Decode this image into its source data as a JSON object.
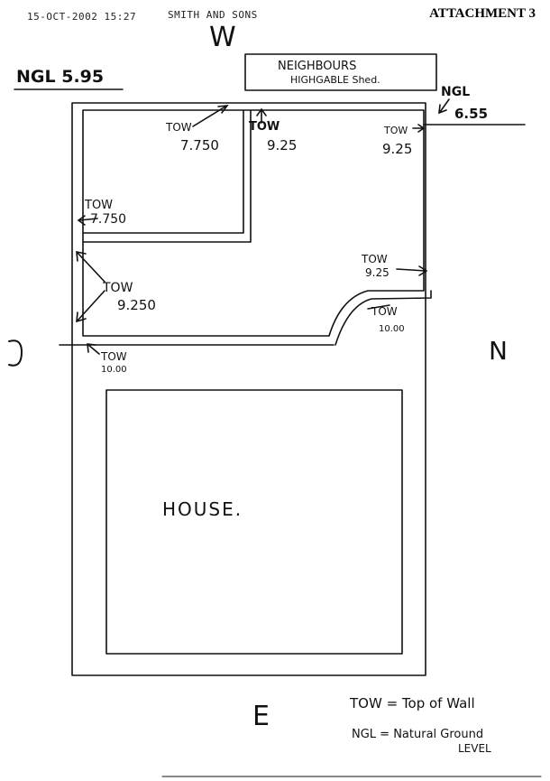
{
  "header": {
    "fax_timestamp": "15-OCT-2002 15:27",
    "fax_sender": "SMITH AND SONS",
    "attachment": "ATTACHMENT 3"
  },
  "compass": {
    "west": "W",
    "east": "E",
    "south": "S",
    "north": "N"
  },
  "ngl_labels": {
    "left": "NGL 5.95",
    "right_title": "NGL",
    "right_value": "6.55"
  },
  "neighbours": {
    "line1": "NEIGHBOURS",
    "line2": "HIGHGABLE Shed."
  },
  "tow_labels": [
    {
      "title": "TOW",
      "value": "7.750"
    },
    {
      "title": "TOW",
      "value": "9.25"
    },
    {
      "title": "TOW",
      "value": "9.25"
    },
    {
      "title": "TOW",
      "value": "7.750"
    },
    {
      "title": "TOW",
      "value": "9.250"
    },
    {
      "title": "TOW",
      "value": "9.25"
    },
    {
      "title": "TOW",
      "value": "10.00"
    },
    {
      "title": "TOW",
      "value": "10.00"
    }
  ],
  "house_label": "HOUSE.",
  "legend": {
    "tow_def": "TOW = Top of Wall",
    "ngl_def_1": "NGL = Natural Ground",
    "ngl_def_2": "LEVEL"
  }
}
